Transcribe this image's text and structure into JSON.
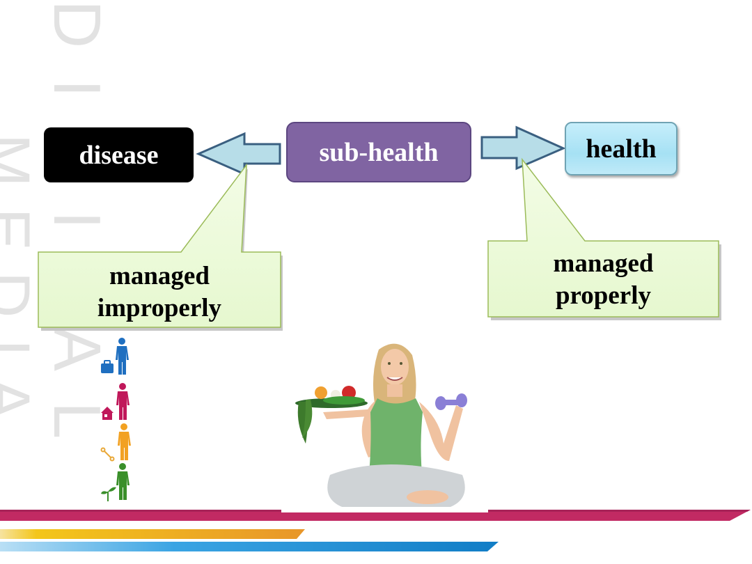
{
  "watermark": {
    "line1": "DIGITAL",
    "line2": "MEDIA",
    "color": "#e2e2e2"
  },
  "diagram": {
    "nodes": {
      "disease": {
        "label": "disease",
        "bg": "#000000",
        "text_color": "#ffffff"
      },
      "sub_health": {
        "label": "sub-health",
        "bg": "#8064a2",
        "text_color": "#ffffff"
      },
      "health": {
        "label": "health",
        "bg": "#a6e1f4",
        "text_color": "#000000"
      }
    },
    "arrows": [
      {
        "from": "sub-health",
        "to": "disease",
        "direction": "left",
        "fill": "#b7dde8",
        "stroke": "#3a5f80"
      },
      {
        "from": "sub-health",
        "to": "health",
        "direction": "right",
        "fill": "#b7dde8",
        "stroke": "#3a5f80"
      }
    ],
    "callouts": {
      "left": {
        "line1": "managed",
        "line2": "improperly",
        "bg": "#eefadc",
        "border": "#9bbb59"
      },
      "right": {
        "line1": "managed",
        "line2": "properly",
        "bg": "#eefadc",
        "border": "#9bbb59"
      }
    }
  },
  "people_icons": [
    {
      "name": "work-person",
      "color": "#1f6fc0",
      "accessory": "briefcase"
    },
    {
      "name": "home-person",
      "color": "#c0185a",
      "accessory": "house"
    },
    {
      "name": "bone-person",
      "color": "#f2a122",
      "accessory": "bone"
    },
    {
      "name": "plant-person",
      "color": "#3a8f2a",
      "accessory": "sprout"
    }
  ],
  "photo": {
    "description": "woman sitting cross-legged holding a tray of vegetables and a purple dumbbell",
    "shirt_color": "#6fb36b",
    "pants_color": "#cfd3d6",
    "dumbbell_color": "#8a7fd6"
  },
  "footer_stripes": [
    {
      "color": "#c22a63",
      "name": "magenta-stripe"
    },
    {
      "color": "#f0b21c",
      "name": "yellow-stripe"
    },
    {
      "color": "#1a86d0",
      "name": "blue-stripe"
    }
  ]
}
